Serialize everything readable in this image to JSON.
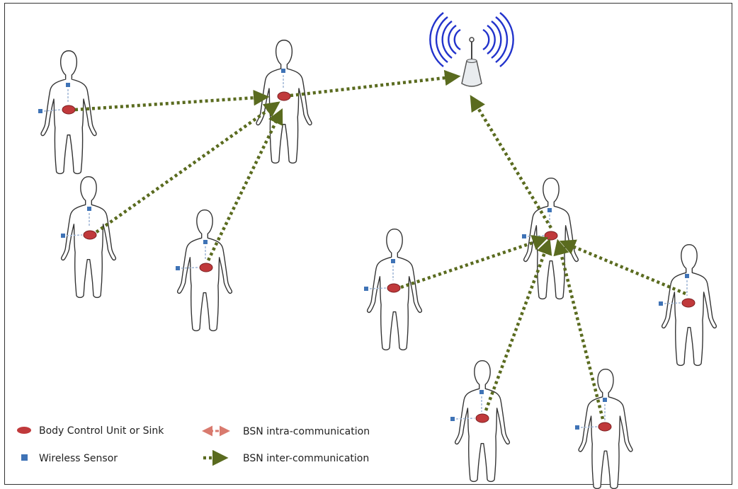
{
  "legend": {
    "sink_label": "Body Control Unit or Sink",
    "sensor_label": "Wireless Sensor",
    "intra_label": "BSN intra-communication",
    "inter_label": "BSN inter-communication"
  },
  "colors": {
    "sink": "#c0393b",
    "sensor": "#3f73b6",
    "intra_arrow": "#d97a6e",
    "inter_arrow": "#5a6b1f",
    "antenna_waves": "#2233cc",
    "figure_outline": "#333333"
  },
  "icons": {
    "access_point": "wireless-access-point-icon",
    "person": "human-body-outline-icon"
  }
}
